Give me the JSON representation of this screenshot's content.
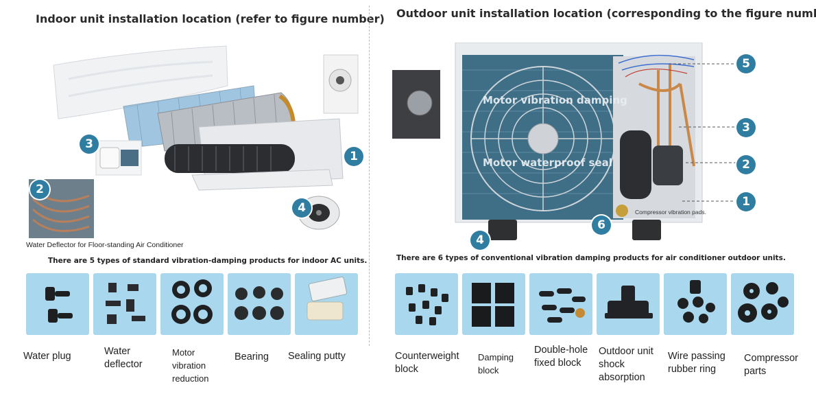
{
  "indoor": {
    "title": "Indoor unit installation location (refer to figure number)",
    "caption_floor": "Water Deflector for Floor-standing Air Conditioner",
    "summary": "There are 5 types of standard vibration-damping products for indoor AC units.",
    "badges": [
      "1",
      "2",
      "3",
      "4"
    ],
    "products": [
      {
        "label": [
          "Water plug"
        ]
      },
      {
        "label": [
          "Water",
          "deflector"
        ]
      },
      {
        "label": [
          "Motor",
          "vibration",
          "reduction"
        ]
      },
      {
        "label": [
          "Bearing"
        ]
      },
      {
        "label": [
          "Sealing putty"
        ]
      }
    ]
  },
  "outdoor": {
    "title": "Outdoor unit installation location (corresponding to the figure number)",
    "overlay_damping": "Motor vibration damping",
    "overlay_seal": "Motor waterproof seal",
    "overlay_pads": "Compressor vibration pads.",
    "summary": "There are 6 types of conventional vibration damping products for air conditioner outdoor units.",
    "badges": [
      "1",
      "2",
      "3",
      "4",
      "5",
      "6"
    ],
    "products": [
      {
        "label": [
          "Counterweight",
          "block"
        ]
      },
      {
        "label": [
          "Damping",
          "block"
        ]
      },
      {
        "label": [
          "Double-hole",
          "fixed block"
        ]
      },
      {
        "label": [
          "Outdoor unit",
          "shock",
          "absorption"
        ]
      },
      {
        "label": [
          "Wire passing",
          "rubber ring"
        ]
      },
      {
        "label": [
          "Compressor",
          "parts"
        ]
      }
    ]
  },
  "colors": {
    "badge": "#2f7ea2",
    "tile": "#a9d7ee"
  }
}
